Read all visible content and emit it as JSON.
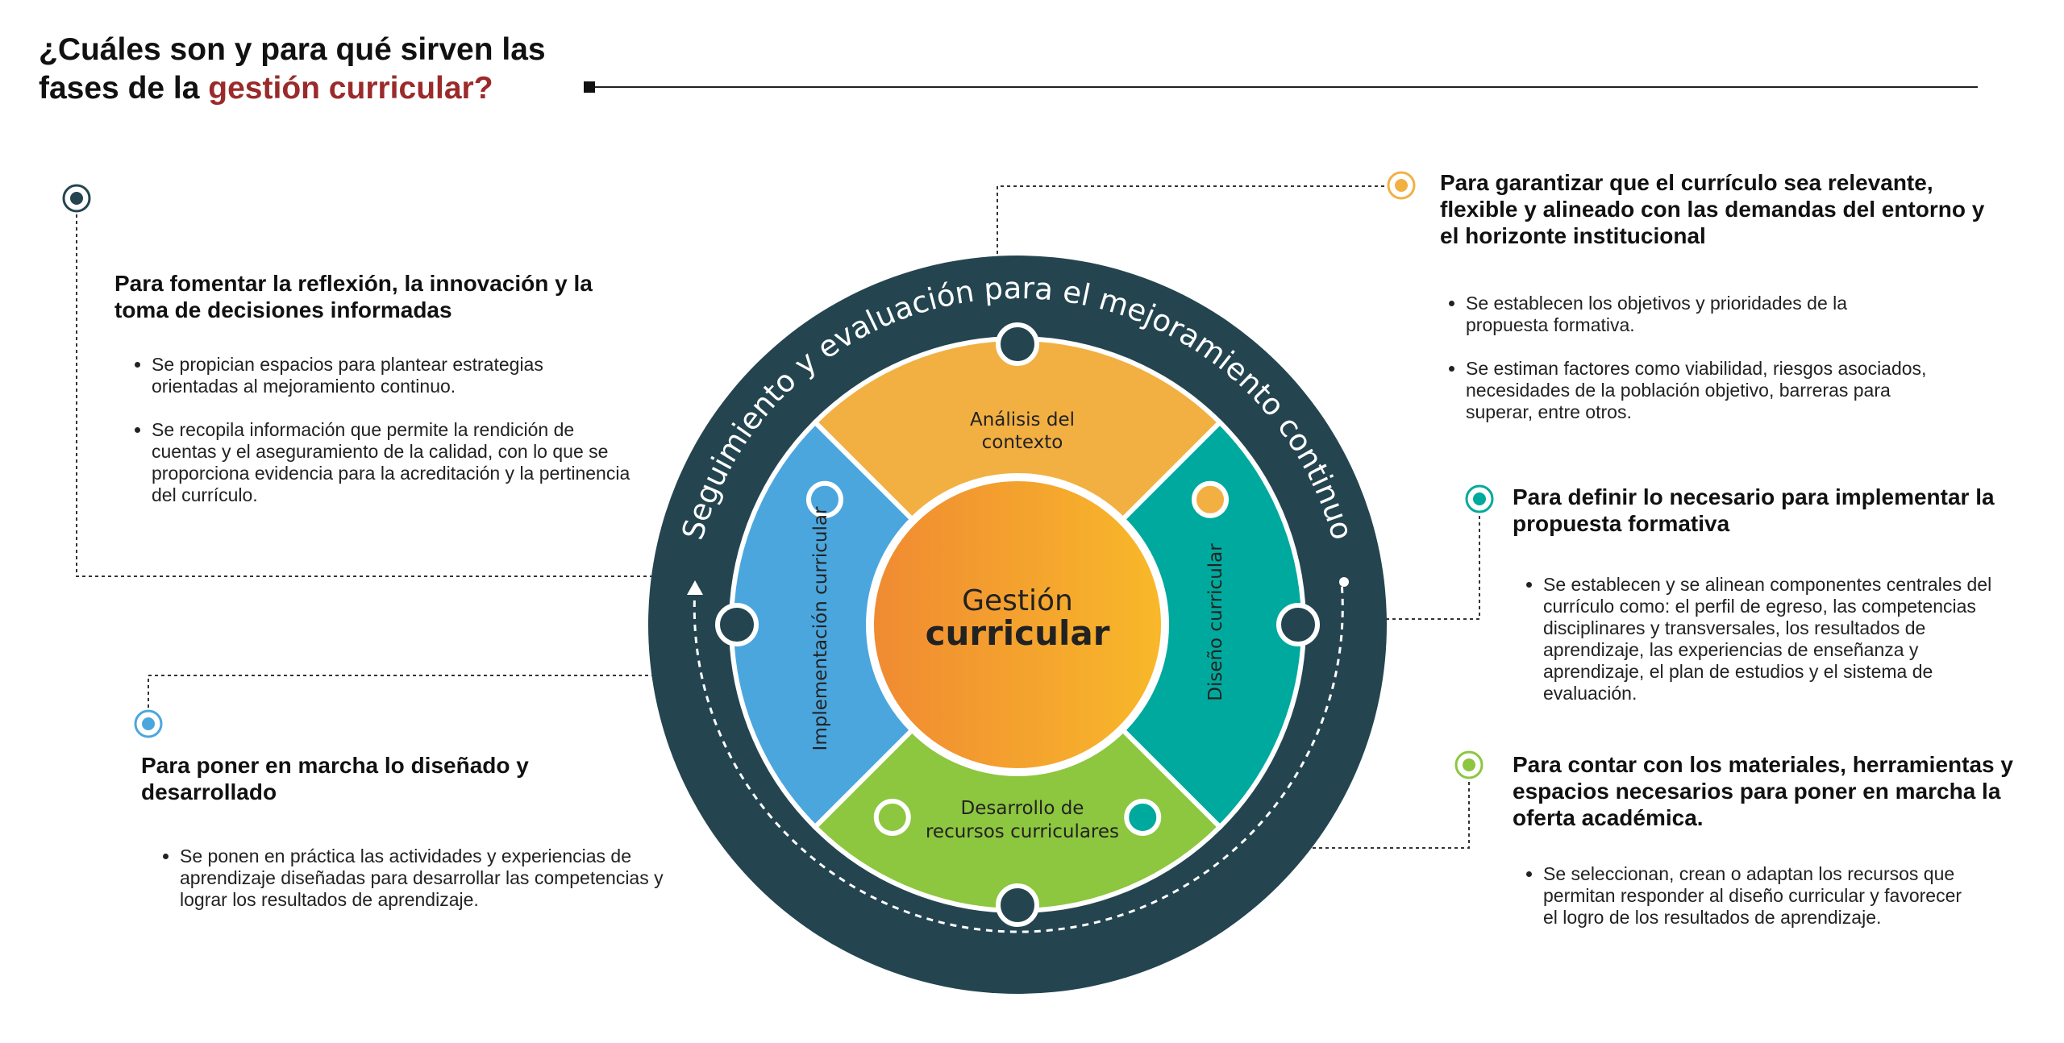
{
  "title": {
    "line1": "¿Cuáles son y para qué sirven las",
    "line2_prefix": "fases de la ",
    "line2_accent": "gestión curricular?"
  },
  "colors": {
    "accent": "#9b2a2a",
    "ring": "#244550",
    "orange": "#f2b043",
    "teal": "#00a99d",
    "green": "#8dc63f",
    "blue": "#4ba6de"
  },
  "diagram": {
    "center_line1": "Gestión",
    "center_line2": "curricular",
    "ring_text": "Seguimiento y evaluación para el mejoramiento continuo",
    "pieces": {
      "top": [
        "Análisis del",
        "contexto"
      ],
      "right": "Diseño curricular",
      "bottom": [
        "Desarrollo de",
        "recursos curriculares"
      ],
      "left": "Implementación curricular"
    }
  },
  "blocks": {
    "seguimiento": {
      "heading": "Para fomentar la reflexión, la innovación y la toma de decisiones informadas",
      "bullets": [
        "Se propician espacios para plantear estrategias orientadas al mejoramiento continuo.",
        "Se recopila información que permite la rendición de cuentas y el aseguramiento de la calidad, con lo que se proporciona evidencia para la acreditación y la pertinencia del currículo."
      ]
    },
    "analisis": {
      "heading": "Para garantizar que el currículo sea relevante, flexible y alineado con las demandas del entorno y el horizonte institucional",
      "bullets": [
        "Se establecen los objetivos y prioridades de la propuesta formativa.",
        "Se estiman factores como viabilidad, riesgos asociados, necesidades de la población objetivo, barreras para superar, entre otros."
      ]
    },
    "diseno": {
      "heading": "Para definir lo necesario para implementar la propuesta formativa",
      "bullets": [
        "Se establecen y se alinean componentes centrales del currículo como: el perfil de egreso, las competencias disciplinares y transversales, los resultados de aprendizaje, las experiencias de enseñanza y aprendizaje, el plan de estudios y el sistema de evaluación."
      ]
    },
    "desarrollo": {
      "heading": "Para contar con los materiales, herramientas y espacios necesarios para poner en marcha la oferta académica.",
      "bullets": [
        "Se seleccionan, crean o adaptan los recursos que permitan responder al diseño curricular y favorecer el logro de los resultados de aprendizaje."
      ]
    },
    "implementacion": {
      "heading": "Para poner en marcha lo diseñado y desarrollado",
      "bullets": [
        "Se ponen en práctica las actividades y experiencias de aprendizaje diseñadas para desarrollar las competencias y lograr los resultados de aprendizaje."
      ]
    }
  }
}
